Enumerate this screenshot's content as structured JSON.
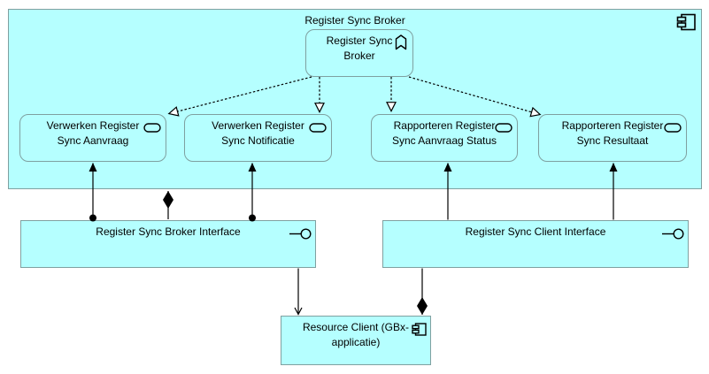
{
  "colors": {
    "fill": "#b5ffff",
    "border": "#7fa0a0",
    "line": "#000000",
    "text": "#000000",
    "bg": "#ffffff"
  },
  "nodes": {
    "container": {
      "label": "Register Sync Broker",
      "icon": "application-component-icon"
    },
    "broker_function": {
      "label": "Register Sync Broker",
      "icon": "application-function-icon"
    },
    "services": [
      {
        "label": "Verwerken Register Sync Aanvraag",
        "icon": "application-service-icon"
      },
      {
        "label": "Verwerken Register Sync Notificatie",
        "icon": "application-service-icon"
      },
      {
        "label": "Rapporteren Register Sync Aanvraag Status",
        "icon": "application-service-icon"
      },
      {
        "label": "Rapporteren Register Sync Resultaat",
        "icon": "application-service-icon"
      }
    ],
    "interfaces": [
      {
        "label": "Register Sync Broker Interface",
        "icon": "interface-lollipop-icon"
      },
      {
        "label": "Register Sync Client Interface",
        "icon": "interface-lollipop-icon"
      }
    ],
    "resource_client": {
      "label": "Resource Client (GBx-applicatie)",
      "icon": "application-component-icon"
    }
  },
  "relationships": [
    {
      "type": "realization",
      "from": "Register Sync Broker",
      "to": "Verwerken Register Sync Aanvraag"
    },
    {
      "type": "realization",
      "from": "Register Sync Broker",
      "to": "Verwerken Register Sync Notificatie"
    },
    {
      "type": "realization",
      "from": "Register Sync Broker",
      "to": "Rapporteren Register Sync Aanvraag Status"
    },
    {
      "type": "realization",
      "from": "Register Sync Broker",
      "to": "Rapporteren Register Sync Resultaat"
    },
    {
      "type": "assignment",
      "from": "Register Sync Broker Interface",
      "to": "Verwerken Register Sync Aanvraag"
    },
    {
      "type": "assignment",
      "from": "Register Sync Broker Interface",
      "to": "Verwerken Register Sync Notificatie"
    },
    {
      "type": "composition",
      "from": "Register Sync Broker",
      "to": "Register Sync Broker Interface"
    },
    {
      "type": "arrow",
      "from": "Register Sync Client Interface",
      "to": "Rapporteren Register Sync Aanvraag Status"
    },
    {
      "type": "arrow",
      "from": "Register Sync Client Interface",
      "to": "Rapporteren Register Sync Resultaat"
    },
    {
      "type": "serving",
      "from": "Register Sync Broker Interface",
      "to": "Resource Client (GBx-applicatie)"
    },
    {
      "type": "composition",
      "from": "Resource Client (GBx-applicatie)",
      "to": "Register Sync Client Interface"
    }
  ]
}
